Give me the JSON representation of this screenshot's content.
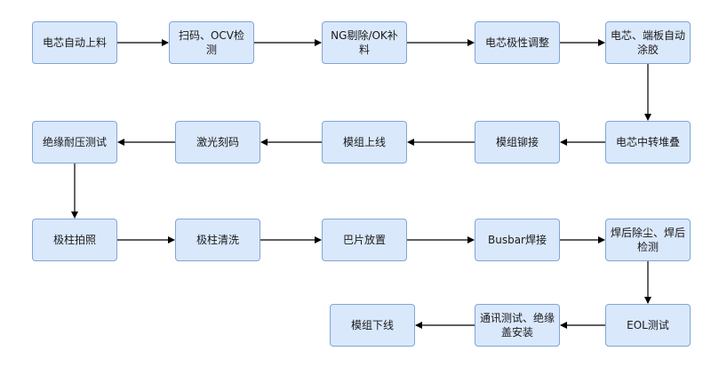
{
  "diagram": {
    "nodes": [
      {
        "id": "n1",
        "label": "电芯自动上料"
      },
      {
        "id": "n2",
        "label": "扫码、OCV检测"
      },
      {
        "id": "n3",
        "label": "NG剔除/OK补料"
      },
      {
        "id": "n4",
        "label": "电芯极性调整"
      },
      {
        "id": "n5",
        "label": "电芯、端板自动涂胶"
      },
      {
        "id": "n6",
        "label": "电芯中转堆叠"
      },
      {
        "id": "n7",
        "label": "模组铆接"
      },
      {
        "id": "n8",
        "label": "模组上线"
      },
      {
        "id": "n9",
        "label": "激光刻码"
      },
      {
        "id": "n10",
        "label": "绝缘耐压测试"
      },
      {
        "id": "n11",
        "label": "极柱拍照"
      },
      {
        "id": "n12",
        "label": "极柱清洗"
      },
      {
        "id": "n13",
        "label": "巴片放置"
      },
      {
        "id": "n14",
        "label": "Busbar焊接"
      },
      {
        "id": "n15",
        "label": "焊后除尘、焊后检测"
      },
      {
        "id": "n16",
        "label": "EOL测试"
      },
      {
        "id": "n17",
        "label": "通讯测试、绝缘盖安装"
      },
      {
        "id": "n18",
        "label": "模组下线"
      }
    ],
    "edges": [
      {
        "from": "n1",
        "to": "n2"
      },
      {
        "from": "n2",
        "to": "n3"
      },
      {
        "from": "n3",
        "to": "n4"
      },
      {
        "from": "n4",
        "to": "n5"
      },
      {
        "from": "n5",
        "to": "n6"
      },
      {
        "from": "n6",
        "to": "n7"
      },
      {
        "from": "n7",
        "to": "n8"
      },
      {
        "from": "n8",
        "to": "n9"
      },
      {
        "from": "n9",
        "to": "n10"
      },
      {
        "from": "n10",
        "to": "n11"
      },
      {
        "from": "n11",
        "to": "n12"
      },
      {
        "from": "n12",
        "to": "n13"
      },
      {
        "from": "n13",
        "to": "n14"
      },
      {
        "from": "n14",
        "to": "n15"
      },
      {
        "from": "n15",
        "to": "n16"
      },
      {
        "from": "n16",
        "to": "n17"
      },
      {
        "from": "n17",
        "to": "n18"
      }
    ],
    "colors": {
      "node_fill": "#dae8fc",
      "node_border": "#7ea6d6",
      "arrow": "#000000"
    }
  }
}
